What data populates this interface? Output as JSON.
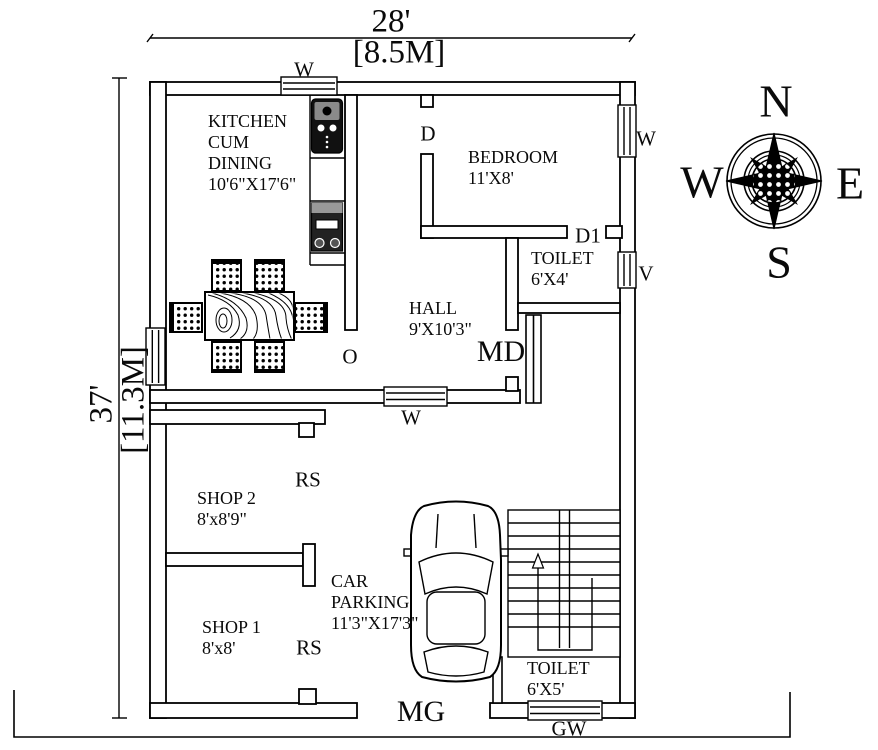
{
  "colors": {
    "ink": "#000000",
    "bg": "#ffffff"
  },
  "dimensions": {
    "width_feet": "28'",
    "width_meters": "[8.5M]",
    "height_feet": "37'",
    "height_meters": "[11.3M]"
  },
  "rooms": {
    "kitchen": {
      "name_line1": "KITCHEN",
      "name_line2": "CUM",
      "name_line3": "DINING",
      "size": "10'6\"X17'6\""
    },
    "bedroom": {
      "name": "BEDROOM",
      "size": "11'X8'"
    },
    "toilet_upper": {
      "name": "TOILET",
      "size": "6'X4'"
    },
    "hall": {
      "name": "HALL",
      "size": "9'X10'3\""
    },
    "shop2": {
      "name": "SHOP 2",
      "size": "8'x8'9\""
    },
    "shop1": {
      "name": "SHOP 1",
      "size": "8'x8'"
    },
    "car_parking": {
      "name_line1": "CAR",
      "name_line2": "PARKING",
      "size": "11'3\"X17'3\""
    },
    "toilet_lower": {
      "name": "TOILET",
      "size": "6'X5'"
    }
  },
  "markers": {
    "kitchen_window": "W",
    "bedroom_door": "D",
    "bedroom_window": "W",
    "toilet_door": "D1",
    "toilet_vent": "V",
    "dining_hall_opening": "O",
    "main_door": "MD",
    "hall_window": "W",
    "shop2_shutter": "RS",
    "shop1_shutter": "RS",
    "main_gate": "MG",
    "gate_window": "GW"
  },
  "compass": {
    "north": "N",
    "east": "E",
    "south": "S",
    "west": "W"
  }
}
